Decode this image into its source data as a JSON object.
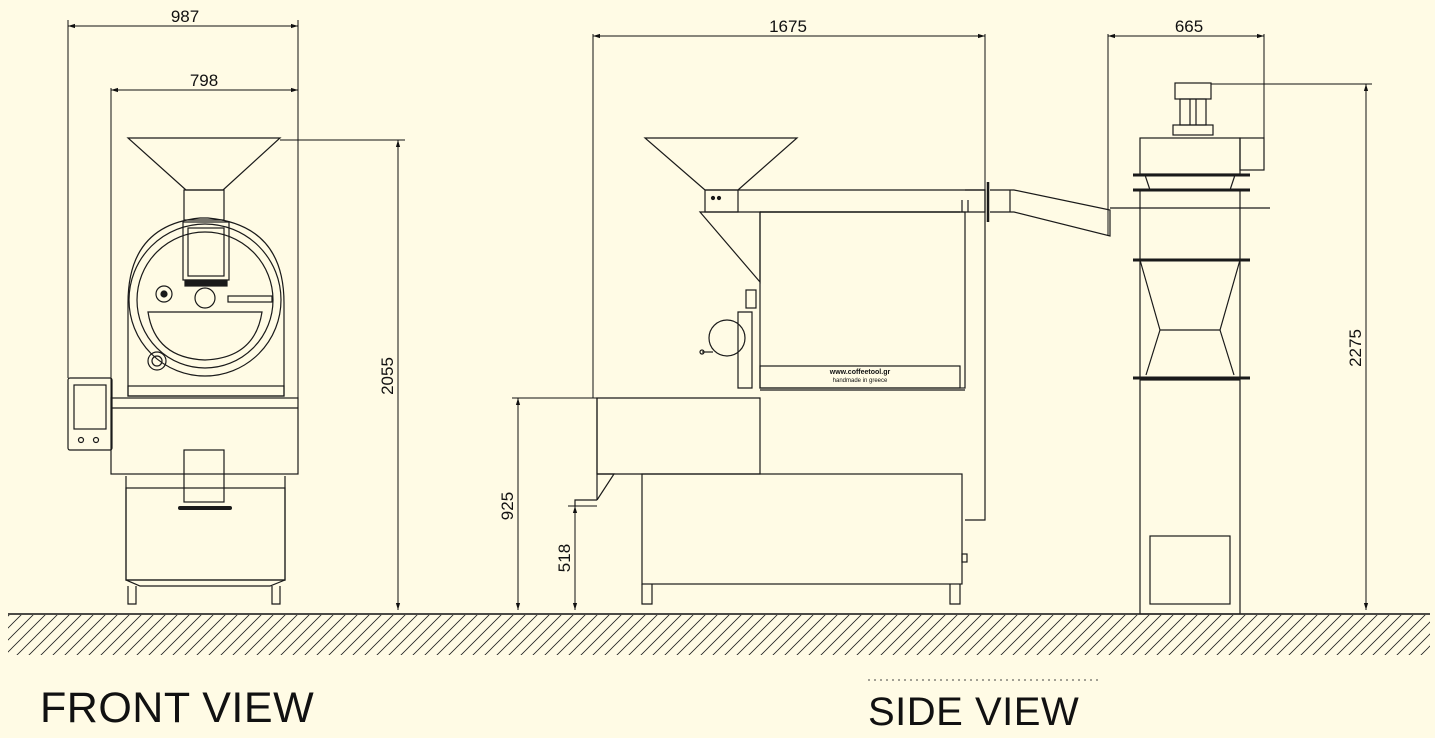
{
  "dimensions": {
    "front_total_width": "987",
    "front_body_width": "798",
    "front_height": "2055",
    "side_total_length": "1675",
    "cyclone_width": "665",
    "cyclone_height": "2275",
    "tray_height": "925",
    "cooler_height": "518"
  },
  "machine_text": {
    "website": "www.coffeetool.gr",
    "tagline": "handmade in greece"
  },
  "labels": {
    "front_view": "FRONT VIEW",
    "side_view": "SIDE VIEW"
  },
  "colors": {
    "background": "#fffbe5",
    "line": "#1a1a1a"
  }
}
